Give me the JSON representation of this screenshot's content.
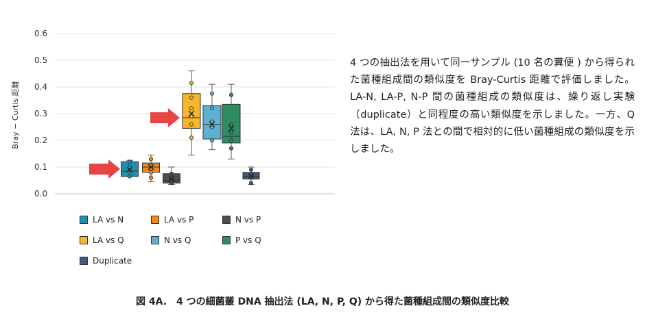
{
  "chart_data": {
    "type": "box",
    "ylabel": "Bray − Curtis 距離",
    "ylim": [
      0,
      0.6
    ],
    "yticks": [
      "0.0",
      "0.1",
      "0.2",
      "0.3",
      "0.4",
      "0.5",
      "0.6"
    ],
    "grid": true,
    "legend_position": "bottom",
    "series": [
      {
        "name": "LA vs N",
        "color": "#1f8fb0",
        "min": 0.065,
        "q1": 0.065,
        "median": 0.085,
        "q3": 0.12,
        "max": 0.125,
        "mean": 0.09,
        "points": [
          0.065,
          0.085,
          0.1,
          0.12
        ]
      },
      {
        "name": "LA vs P",
        "color": "#f08a1c",
        "min": 0.045,
        "q1": 0.08,
        "median": 0.1,
        "q3": 0.115,
        "max": 0.145,
        "mean": 0.1,
        "points": [
          0.06,
          0.08,
          0.095,
          0.105,
          0.13
        ]
      },
      {
        "name": "N vs P",
        "color": "#4d4d4d",
        "min": 0.035,
        "q1": 0.04,
        "median": 0.05,
        "q3": 0.075,
        "max": 0.1,
        "mean": 0.055,
        "points": [
          0.04,
          0.05,
          0.06,
          0.075
        ]
      },
      {
        "name": "LA vs Q",
        "color": "#f9b52c",
        "min": 0.145,
        "q1": 0.245,
        "median": 0.285,
        "q3": 0.375,
        "max": 0.46,
        "mean": 0.3,
        "points": [
          0.21,
          0.26,
          0.29,
          0.32,
          0.36,
          0.415
        ]
      },
      {
        "name": "N vs Q",
        "color": "#5fb0d2",
        "min": 0.165,
        "q1": 0.205,
        "median": 0.26,
        "q3": 0.33,
        "max": 0.41,
        "mean": 0.26,
        "points": [
          0.2,
          0.25,
          0.27,
          0.32,
          0.375
        ]
      },
      {
        "name": "P vs Q",
        "color": "#2e8b63",
        "min": 0.13,
        "q1": 0.19,
        "median": 0.215,
        "q3": 0.335,
        "max": 0.41,
        "mean": 0.245,
        "points": [
          0.17,
          0.2,
          0.23,
          0.26,
          0.37
        ]
      },
      {
        "name": "Duplicate",
        "color": "#3d5a80",
        "min": 0.035,
        "q1": 0.055,
        "median": 0.065,
        "q3": 0.08,
        "max": 0.1,
        "mean": 0.065,
        "points": [
          0.04,
          0.06,
          0.07,
          0.09
        ]
      }
    ]
  },
  "description": {
    "text": "4 つの抽出法を用いて同一サンプル (10 名の糞便 ) から得られた菌種組成間の類似度を Bray-Curtis 距離で評価しました。LA-N, LA-P, N-P 間の菌種組成の類似度は、繰り返し実験（duplicate）と同程度の高い類似度を示しました。一方、Q 法は、LA, N, P 法との間で相対的に低い菌種組成の類似度を示しました。"
  },
  "caption": "図 4A.　4 つの細菌叢 DNA 抽出法 (LA, N, P, Q) から得た菌種組成間の類似度比較",
  "annotation_color": "#e84545"
}
